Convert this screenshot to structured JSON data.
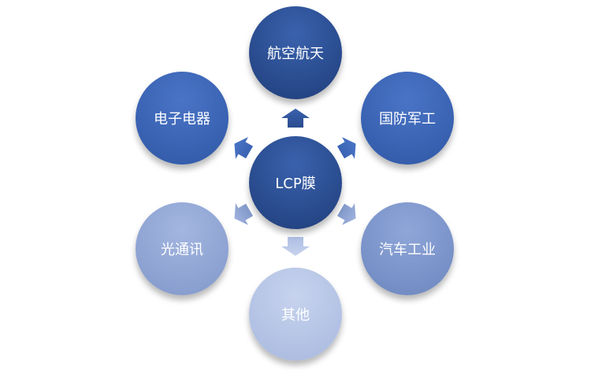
{
  "diagram": {
    "center": "LCP膜",
    "top": "航空航天",
    "top_right": "国防军工",
    "top_left": "电子电器",
    "bottom_right": "汽车工业",
    "bottom_left": "光通讯",
    "bottom": "其他"
  },
  "colors": {
    "dark_blue": "#2a4c8f",
    "mid_blue": "#3a63b3",
    "light_blue": "#7a93c9",
    "pale_blue": "#b4c3e5"
  }
}
